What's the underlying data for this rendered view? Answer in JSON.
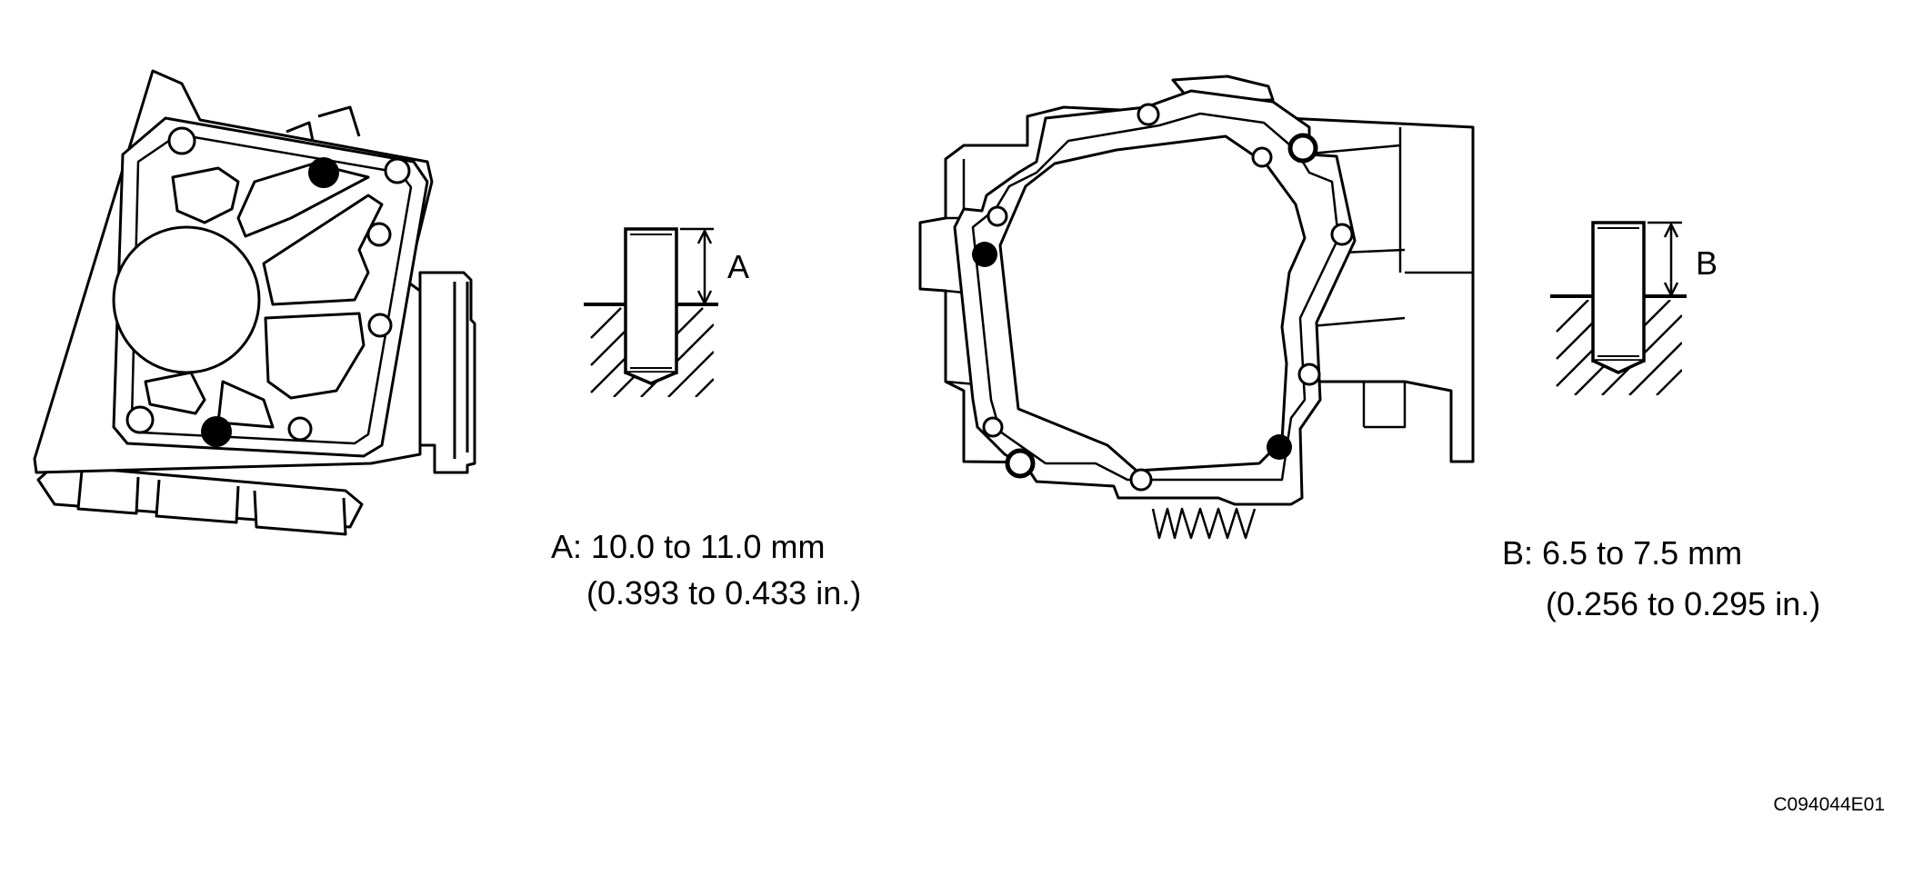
{
  "figure": {
    "background": "#ffffff",
    "ink": "#000000",
    "id_code": "C094044E01"
  },
  "pin_a": {
    "letter": "A",
    "spec_line1": "A: 10.0 to 11.0 mm",
    "spec_line2": "(0.393 to 0.433 in.)"
  },
  "pin_b": {
    "letter": "B",
    "spec_line1": "B: 6.5 to 7.5 mm",
    "spec_line2": "(0.256 to 0.295 in.)"
  }
}
